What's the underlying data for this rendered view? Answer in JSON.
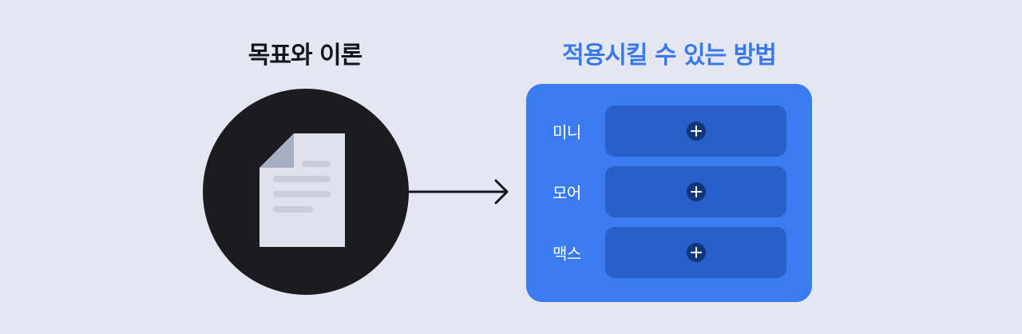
{
  "diagram": {
    "left_title": "목표와 이론",
    "right_title": "적용시킬 수 있는 방법",
    "source_icon": "document-icon",
    "connector_icon": "arrow-right-icon",
    "methods": [
      {
        "label": "미니",
        "action_icon": "plus-icon"
      },
      {
        "label": "모어",
        "action_icon": "plus-icon"
      },
      {
        "label": "맥스",
        "action_icon": "plus-icon"
      }
    ]
  },
  "colors": {
    "background": "#e4e7f1",
    "circle": "#1c1c20",
    "accent": "#3a7bf2",
    "row_box": "#2a5fc9",
    "plus_badge": "#12367a"
  }
}
